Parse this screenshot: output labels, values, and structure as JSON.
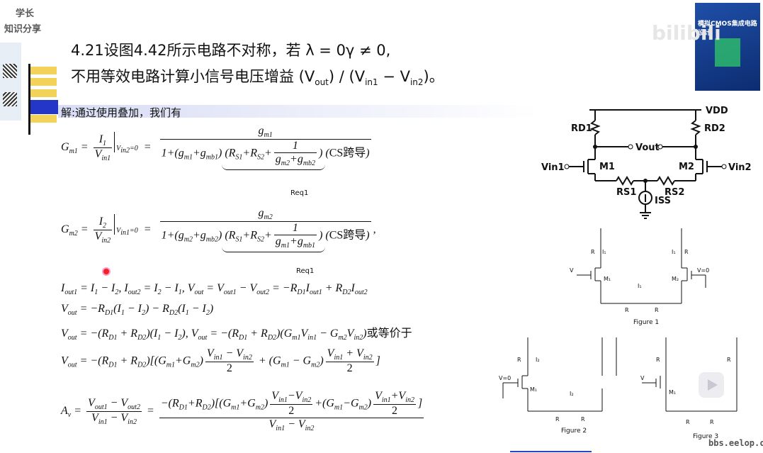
{
  "watermark": {
    "line1": "学长",
    "line2": "知识分享",
    "site": "bbs.eelop.cn",
    "bili": "bilibili"
  },
  "book": {
    "title": "模拟CMOS集成电路设计"
  },
  "slide": {
    "title_line1": "4.21设图4.42所示电路不对称，若 λ = 0γ ≠ 0,",
    "title_line2": "不用等效电路计算小信号电压增益 (V",
    "title_line2_sub1": "out",
    "title_line2_mid": ") / (V",
    "title_line2_sub2": "in1",
    "title_line2_mid2": " − V",
    "title_line2_sub3": "in2",
    "title_line2_end": ")。",
    "solution": "解:通过使用叠加，我们有"
  },
  "equations": {
    "gm1_label": "CS跨导",
    "gm2_label": "CS跨导",
    "req": "Req1",
    "superpos_note": "或等价于"
  },
  "circuit_main": {
    "vdd": "VDD",
    "rd1": "RD1",
    "rd2": "RD2",
    "vout": "Vout",
    "vin1": "Vin1",
    "vin2": "Vin2",
    "m1": "M1",
    "m2": "M2",
    "rs1": "RS1",
    "rs2": "RS2",
    "iss": "ISS"
  },
  "figures": {
    "fig1": "Figure 1",
    "fig2": "Figure 2",
    "fig3": "Figure 3"
  }
}
